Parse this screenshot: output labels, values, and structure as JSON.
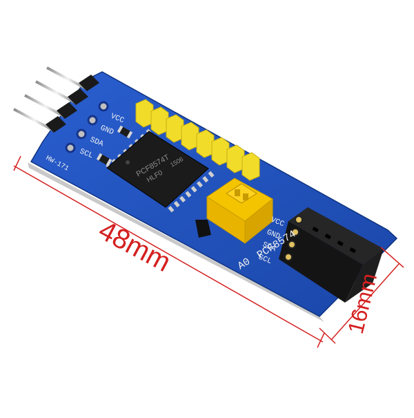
{
  "dimensions": {
    "length_label": "48mm",
    "width_label": "16mm",
    "color": "#d42020"
  },
  "board": {
    "model_label": "HW-171",
    "address_label": "A0",
    "part_label": "PCF8574",
    "chip_text_line1": "PCF8574T",
    "chip_text_line2": "HLF0",
    "chip_text_line3": "1506",
    "pins_left": [
      "VCC",
      "GND",
      "SDA",
      "SCL"
    ],
    "pins_right": [
      "VCC",
      "GND",
      "SDA",
      "SCL"
    ],
    "colors": {
      "pcb": "#1f4fb8",
      "pcb_dark": "#163c8f",
      "header": "#f2dc2a",
      "jumper": "#f5c400",
      "chip": "#1b1b1b",
      "socket": "#151515"
    }
  }
}
